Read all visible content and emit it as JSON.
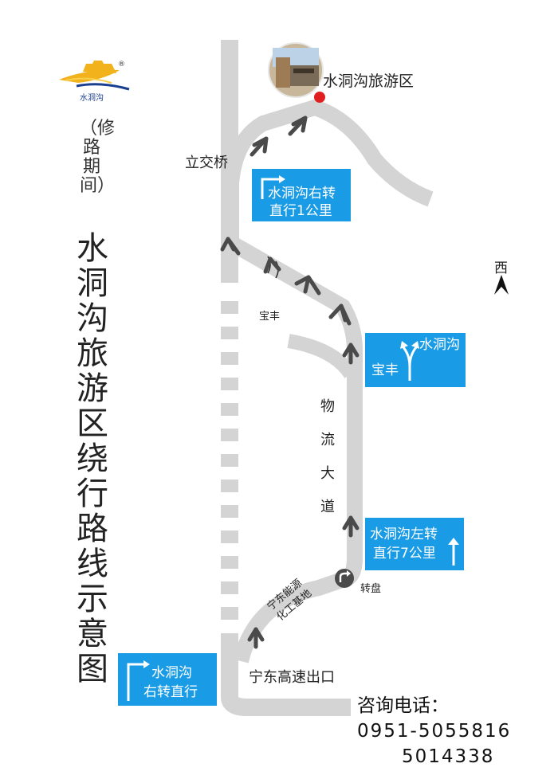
{
  "brand": {
    "logo_text": "水洞沟",
    "trademark": "®"
  },
  "title": {
    "main": "水洞沟旅游区绕行路线示意图",
    "sub": "（修路期间）"
  },
  "map": {
    "destination": "水洞沟旅游区",
    "labels": {
      "overpass": "立交桥",
      "baofeng": "宝丰",
      "logistics_road": "物流大道",
      "roundabout": "转盘",
      "ningdong_base": "宁东能源化工基地",
      "ningdong_base_line1": "宁东能源",
      "ningdong_base_line2": "化工基地",
      "highway_exit": "宁东高速出口",
      "north_marker": "西"
    },
    "signs": {
      "right_1km": {
        "line1": "水洞沟右转",
        "line2": "直行1公里"
      },
      "baofeng_split": {
        "left": "宝丰",
        "right": "水洞沟"
      },
      "left_7km": {
        "line1": "水洞沟左转",
        "line2": "直行7公里"
      },
      "exit_right": {
        "line1": "水洞沟",
        "line2": "右转直行"
      }
    }
  },
  "contact": {
    "label": "咨询电话：",
    "phone1": "0951-5055816",
    "phone2": "5014338"
  },
  "colors": {
    "road": "#d4d4d4",
    "sign": "#1a9be6",
    "arrow": "#4a4a4a",
    "dest_marker": "#e02020",
    "logo_gold": "#f2b21c",
    "logo_blue": "#1b3f8f"
  }
}
